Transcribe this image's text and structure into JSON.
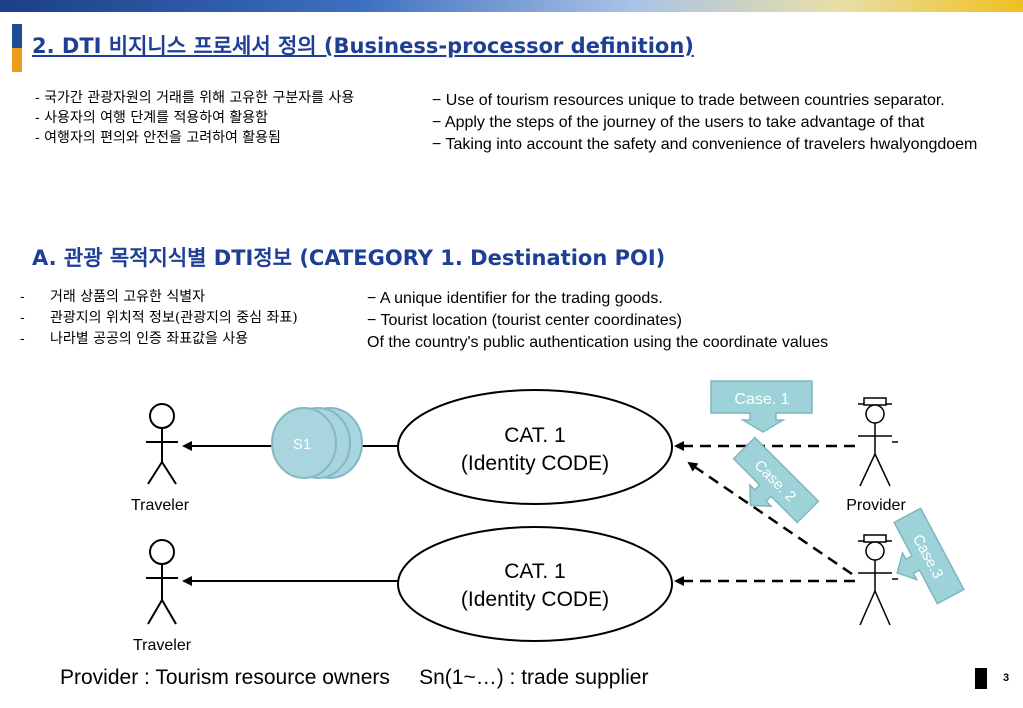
{
  "header": {
    "title": "2. DTI 비지니스 프로세서 정의 (Business-processor definition)",
    "section_title": "A. 관광 목적지식별 DTI정보 (CATEGORY 1. Destination POI)"
  },
  "intro": {
    "korean_lines": [
      "- 국가간 관광자원의 거래를 위해 고유한 구분자를 사용",
      "- 사용자의 여행 단계를 적용하여 활용함",
      "- 여행자의 편의와 안전을 고려하여 활용됨"
    ],
    "english_lines": [
      "− Use of tourism resources unique to trade between countries separator.",
      "− Apply the steps of the journey of the users to take advantage of that",
      "− Taking into account the safety and convenience of travelers hwalyongdoem"
    ]
  },
  "category": {
    "korean_items": [
      "거래 상품의 고유한 식별자",
      "관광지의 위치적 정보(관광지의 중심 좌표)",
      "나라별 공공의 인증 좌표값을 사용"
    ],
    "korean_bullet": "-",
    "english_lines": [
      "− A unique identifier for the trading goods.",
      "− Tourist location (tourist center coordinates)",
      "Of the country's public authentication using the coordinate values"
    ]
  },
  "diagram": {
    "traveler_label": "Traveler",
    "provider_label": "Provider",
    "supplier_badge": "S1",
    "cat_line1": "CAT. 1",
    "cat_line2": "(Identity CODE)",
    "case1": "Case. 1",
    "case2": "Case. 2",
    "case3": "Case.3"
  },
  "footer": {
    "provider_note": "Provider : Tourism resource owners",
    "supplier_note": "Sn(1~…) : trade supplier",
    "page_number": "3"
  },
  "colors": {
    "heading": "#1f3f95",
    "callout_fill": "#9dd2d8",
    "callout_stroke": "#7fb6be",
    "badge_fill": "#a9d5de",
    "badge_stroke": "#82b8c3"
  }
}
